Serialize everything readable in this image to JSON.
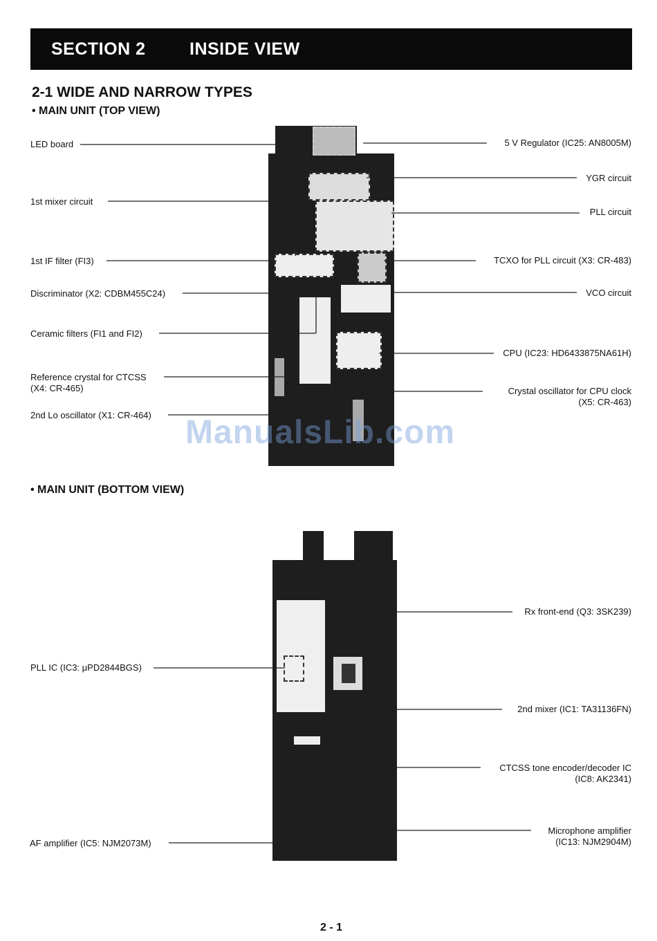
{
  "header": {
    "section": "SECTION 2",
    "title": "INSIDE VIEW"
  },
  "subsection_title": "2-1 WIDE AND NARROW TYPES",
  "top_view": {
    "heading": "• MAIN UNIT (TOP VIEW)",
    "left_labels": [
      "LED board",
      "1st mixer circuit",
      "1st IF filter (FI3)",
      "Discriminator (X2: CDBM455C24)",
      "Ceramic filters (FI1 and FI2)",
      "Reference crystal for CTCSS",
      "(X4: CR-465)",
      "2nd Lo oscillator (X1: CR-464)"
    ],
    "right_labels": [
      "5 V Regulator (IC25: AN8005M)",
      "YGR circuit",
      "PLL circuit",
      "TCXO for PLL circuit (X3: CR-483)",
      "VCO circuit",
      "CPU (IC23: HD6433875NA61H)",
      "Crystal oscillator for CPU clock",
      "(X5: CR-463)"
    ]
  },
  "bottom_view": {
    "heading": "• MAIN UNIT (BOTTOM VIEW)",
    "left_labels": [
      "PLL IC (IC3: μPD2844BGS)",
      "AF amplifier (IC5: NJM2073M)"
    ],
    "right_labels": [
      "Rx front-end (Q3: 3SK239)",
      "2nd mixer (IC1: TA31136FN)",
      "CTCSS tone encoder/decoder IC",
      "(IC8: AK2341)",
      "Microphone amplifier",
      "(IC13: NJM2904M)"
    ]
  },
  "watermark": "ManualsLib.com",
  "page_number": "2 - 1"
}
